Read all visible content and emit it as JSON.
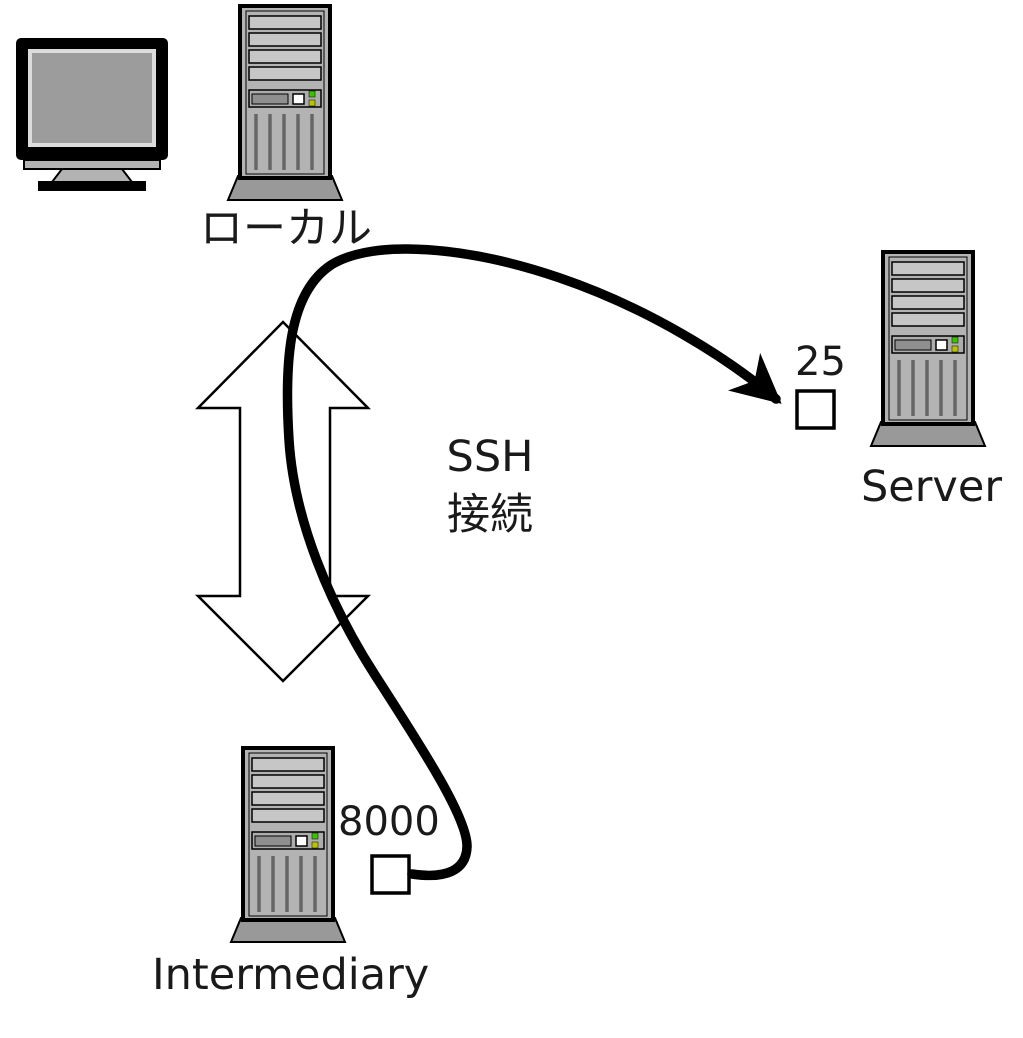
{
  "diagram": {
    "local": {
      "label": "ローカル"
    },
    "server": {
      "label": "Server",
      "port_label": "25"
    },
    "intermediary": {
      "label": "Intermediary",
      "port_label": "8000"
    },
    "ssh": {
      "line1": "SSH",
      "line2": "接続"
    },
    "colors": {
      "tower_body": "#b3b3b3",
      "tower_slat": "#c6c6c6",
      "tower_shadow": "#999999",
      "monitor_screen": "#9c9c9c",
      "led_green": "#3ac300",
      "led_yellow": "#b8c400",
      "double_arrow_fill": "#ffffff",
      "line": "#000000"
    }
  }
}
